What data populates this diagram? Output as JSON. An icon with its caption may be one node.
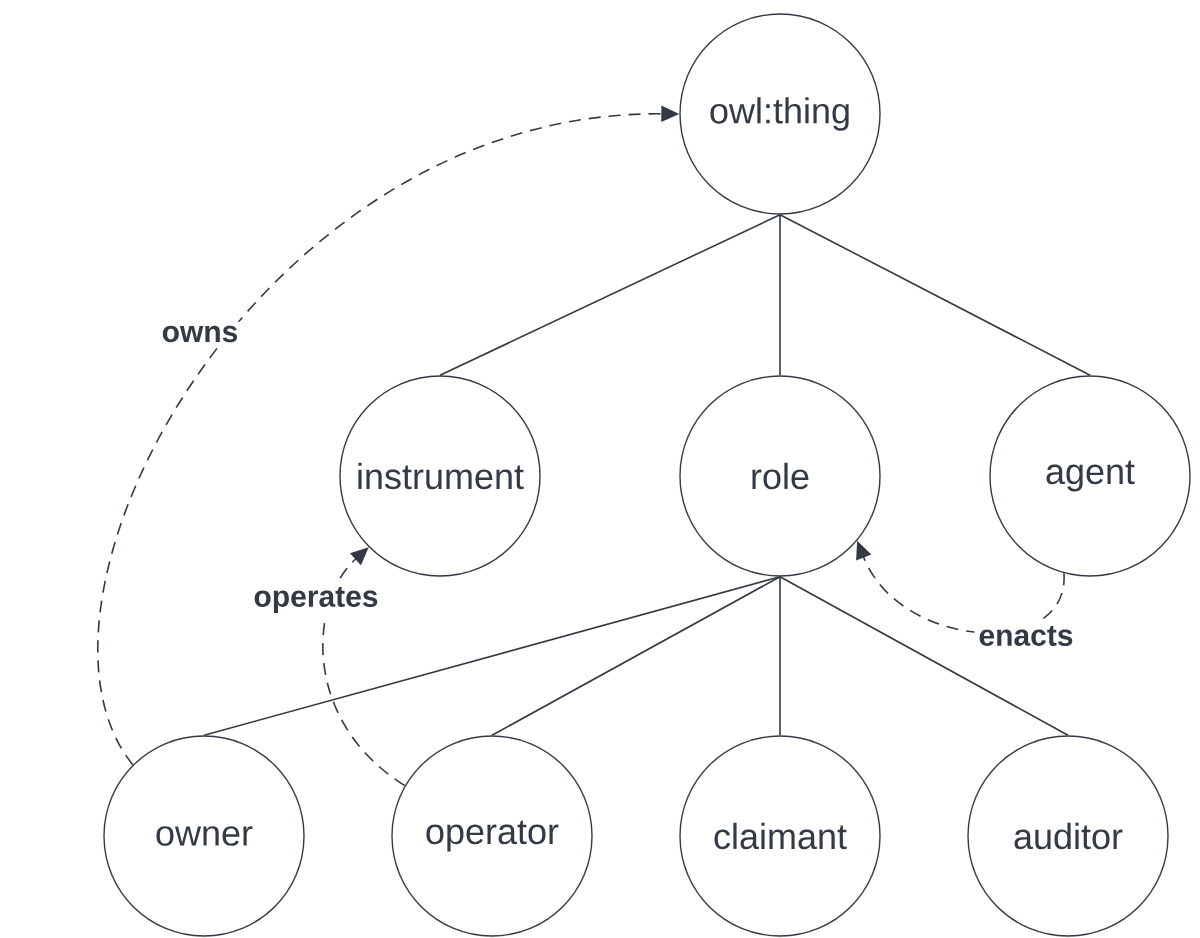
{
  "diagram": {
    "nodes": [
      {
        "text": [
          "owl:thing"
        ]
      },
      {
        "text": [
          "instrument"
        ]
      },
      {
        "text": [
          "role"
        ]
      },
      {
        "text": [
          "agent"
        ]
      },
      {
        "text": [
          "owner"
        ]
      },
      {
        "text": [
          "operator"
        ]
      },
      {
        "text": [
          "claimant"
        ]
      },
      {
        "text": [
          "auditor"
        ]
      }
    ],
    "edges": [
      {
        "from": 0,
        "to": 1,
        "arrow": "none"
      },
      {
        "from": 0,
        "to": 2,
        "arrow": "none"
      },
      {
        "from": 0,
        "to": 3,
        "arrow": "none"
      },
      {
        "from": 2,
        "to": 4,
        "arrow": "none"
      },
      {
        "from": 2,
        "to": 5,
        "arrow": "none"
      },
      {
        "from": 2,
        "to": 6,
        "arrow": "none"
      },
      {
        "from": 2,
        "to": 7,
        "arrow": "none"
      },
      {
        "from": 4,
        "to": 0,
        "arrow": "to",
        "label": "owns",
        "style": "dashed"
      },
      {
        "from": 5,
        "to": 1,
        "arrow": "to",
        "label": "operates",
        "style": "dashed"
      },
      {
        "from": 3,
        "to": 2,
        "arrow": "to",
        "label": "enacts",
        "style": "dashed"
      }
    ]
  }
}
